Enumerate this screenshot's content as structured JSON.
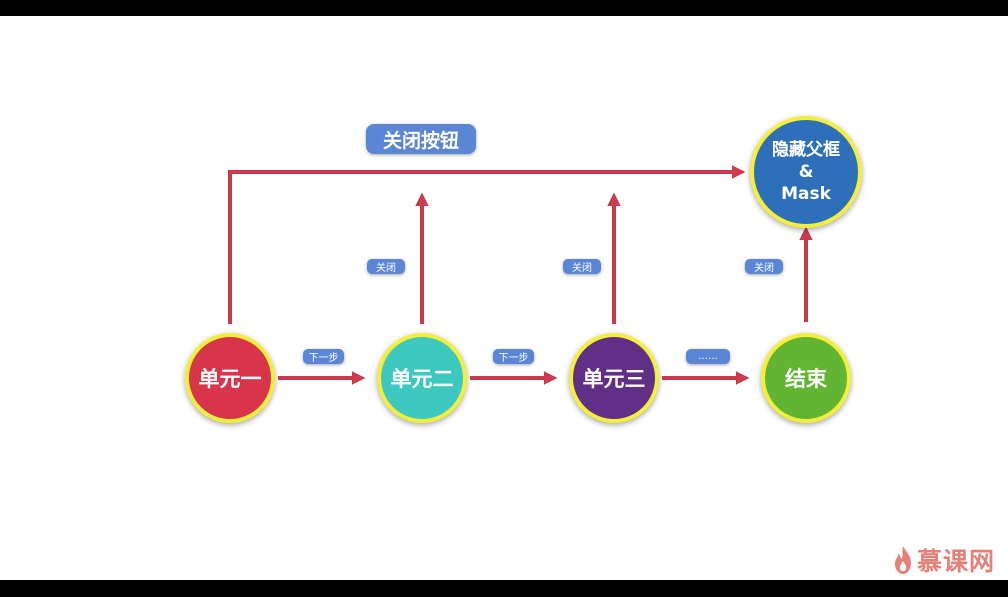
{
  "nodes": {
    "unit1": {
      "label": "单元一",
      "color": "#d8344a"
    },
    "unit2": {
      "label": "单元二",
      "color": "#3ec9c0"
    },
    "unit3": {
      "label": "单元三",
      "color": "#612f85"
    },
    "end": {
      "label": "结束",
      "color": "#62b532"
    },
    "hide": {
      "line1": "隐藏父框",
      "line2": "&",
      "line3": "Mask",
      "color": "#2d6fb8"
    }
  },
  "badges": {
    "close_button": "关闭按钮",
    "next1": "下一步",
    "next2": "下一步",
    "ellipsis": "……",
    "close1": "关闭",
    "close2": "关闭",
    "close3": "关闭"
  },
  "colors": {
    "arrow": "#cd3a4d",
    "node_border": "#f3ef3a",
    "badge_bg": "#5b86d6"
  },
  "watermark": {
    "text": "慕课网",
    "color": "#e4827a"
  }
}
